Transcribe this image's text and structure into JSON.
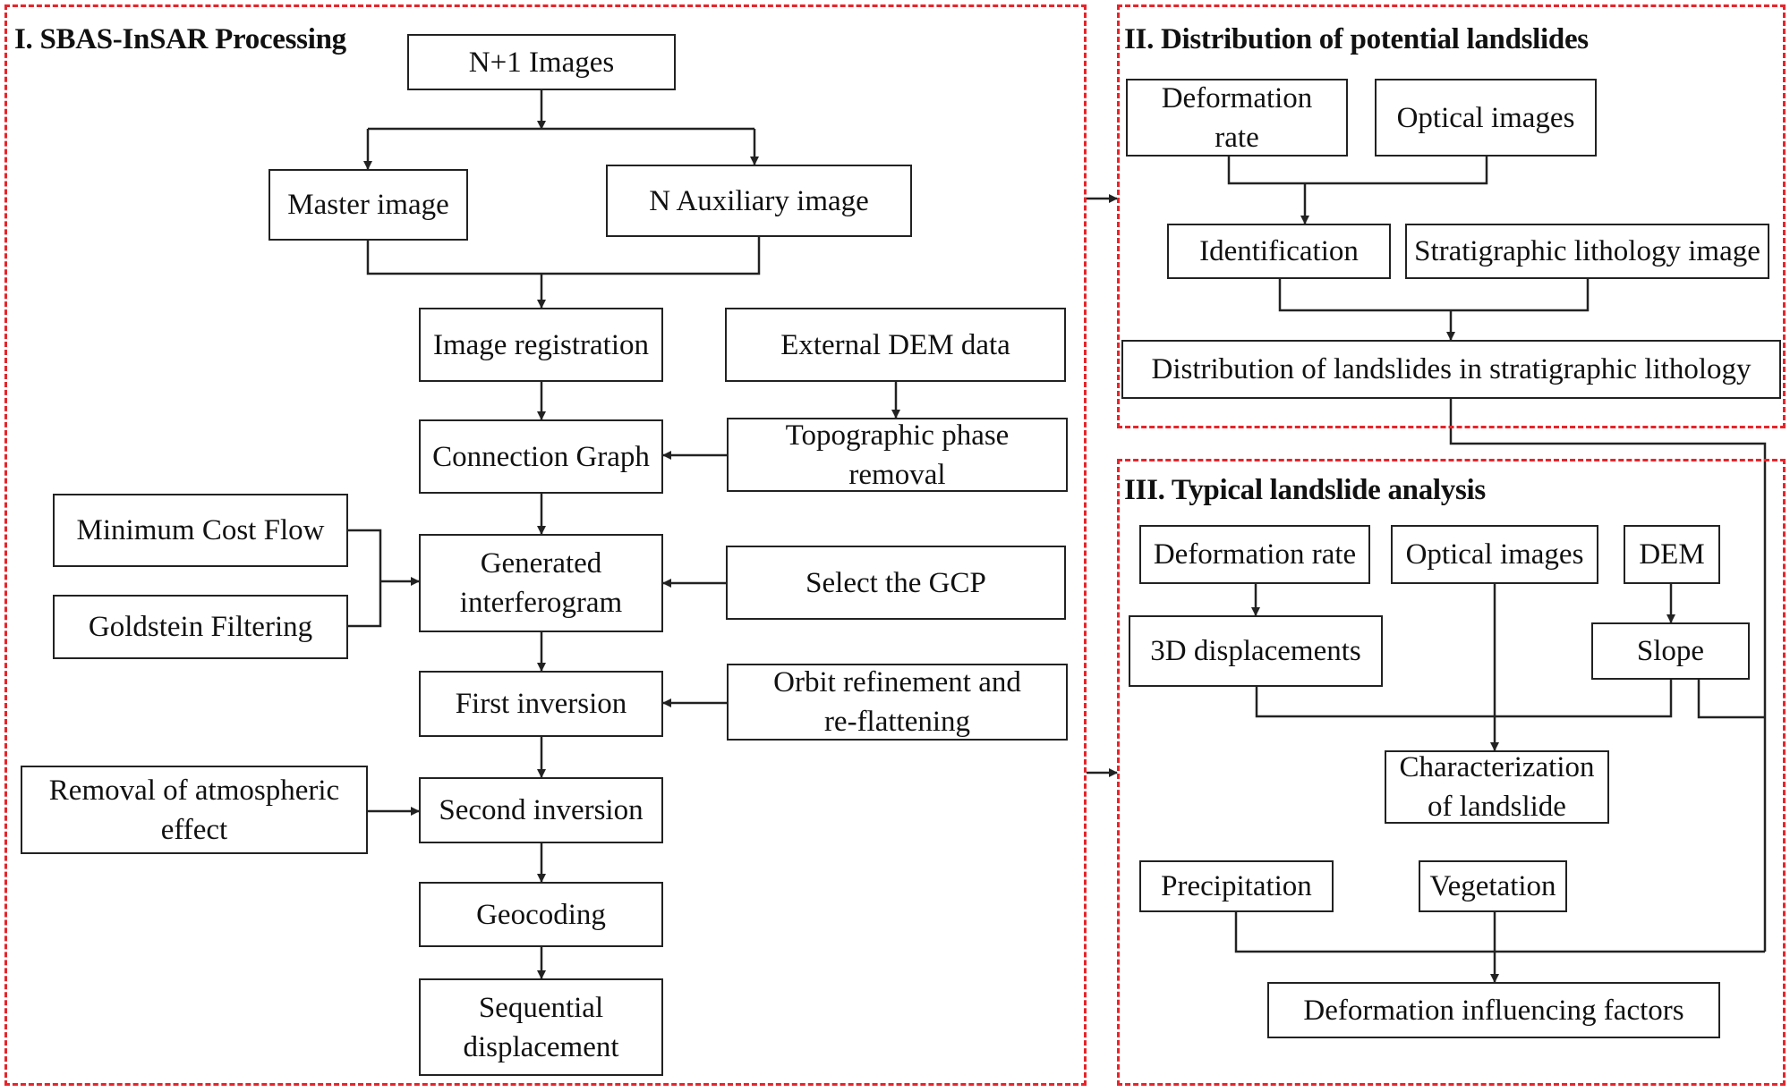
{
  "regions": {
    "sbas": {
      "title": "I. SBAS-InSAR Processing"
    },
    "distribution": {
      "title": "II. Distribution of potential landslides"
    },
    "analysis": {
      "title": "III. Typical landslide analysis"
    }
  },
  "sbas_boxes": {
    "n_plus_1_images": "N+1 Images",
    "master_image": "Master image",
    "n_auxiliary_image": "N Auxiliary image",
    "image_registration": "Image registration",
    "external_dem_data": "External DEM data",
    "connection_graph": "Connection Graph",
    "topographic_phase_removal": [
      "Topographic phase",
      "removal"
    ],
    "minimum_cost_flow": "Minimum Cost Flow",
    "goldstein_filtering": "Goldstein Filtering",
    "generated_interferogram": [
      "Generated",
      "interferogram"
    ],
    "select_gcp": "Select the GCP",
    "first_inversion": "First inversion",
    "orbit_refinement": [
      "Orbit refinement and",
      "re-flattening"
    ],
    "removal_atmospheric": [
      "Removal of atmospheric",
      "effect"
    ],
    "second_inversion": "Second inversion",
    "geocoding": "Geocoding",
    "sequential_displacement": [
      "Sequential",
      "displacement"
    ]
  },
  "distribution_boxes": {
    "deformation_rate": [
      "Deformation",
      "rate"
    ],
    "optical_images": "Optical images",
    "identification": "Identification",
    "stratigraphic_lithology_image": "Stratigraphic lithology image",
    "distribution_in_lithology": "Distribution of landslides in stratigraphic lithology"
  },
  "analysis_boxes": {
    "deformation_rate": "Deformation rate",
    "optical_images": "Optical images",
    "dem": "DEM",
    "displacements_3d": "3D displacements",
    "slope": "Slope",
    "characterization": [
      "Characterization",
      "of landslide"
    ],
    "precipitation": "Precipitation",
    "vegetation": "Vegetation",
    "deformation_influencing_factors": "Deformation influencing factors"
  },
  "colors": {
    "region_border": "#e8242a",
    "line": "#222222"
  }
}
